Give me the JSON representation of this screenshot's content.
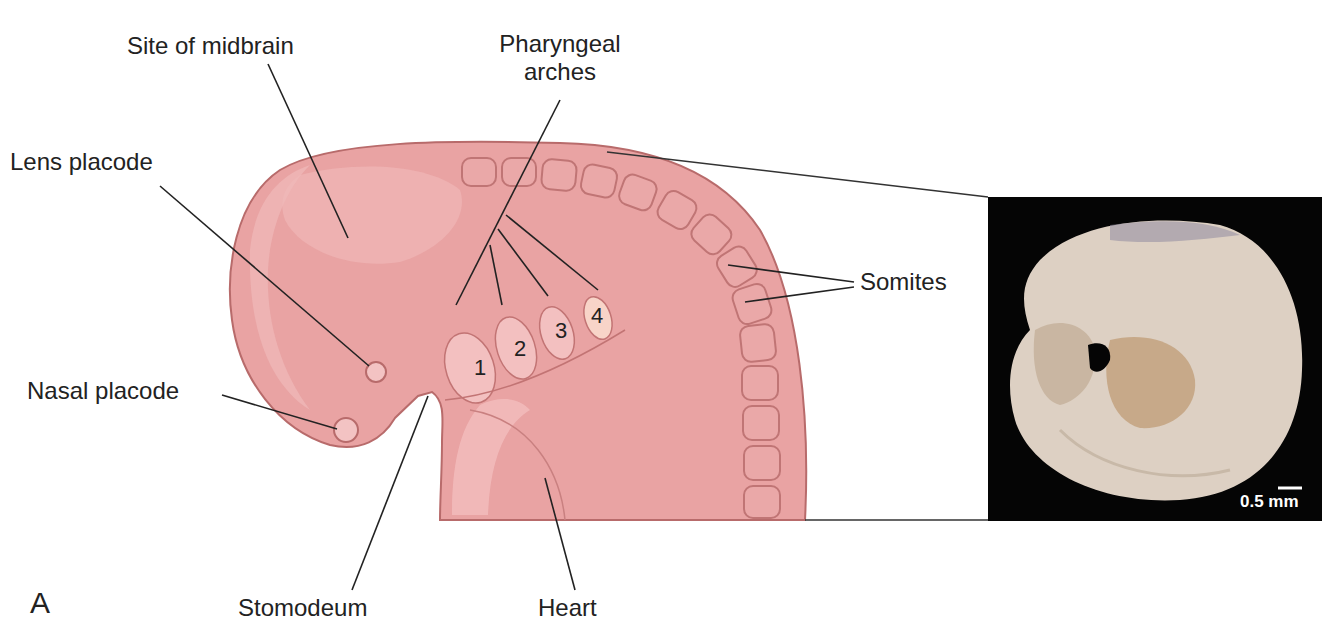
{
  "diagram": {
    "labels": [
      "Site of midbrain",
      "Pharyngeal arches",
      "Lens placode",
      "Nasal placode",
      "Somites",
      "1",
      "2",
      "3",
      "4",
      "0.5 mm",
      "Stomodeum",
      "Heart",
      "A"
    ]
  }
}
